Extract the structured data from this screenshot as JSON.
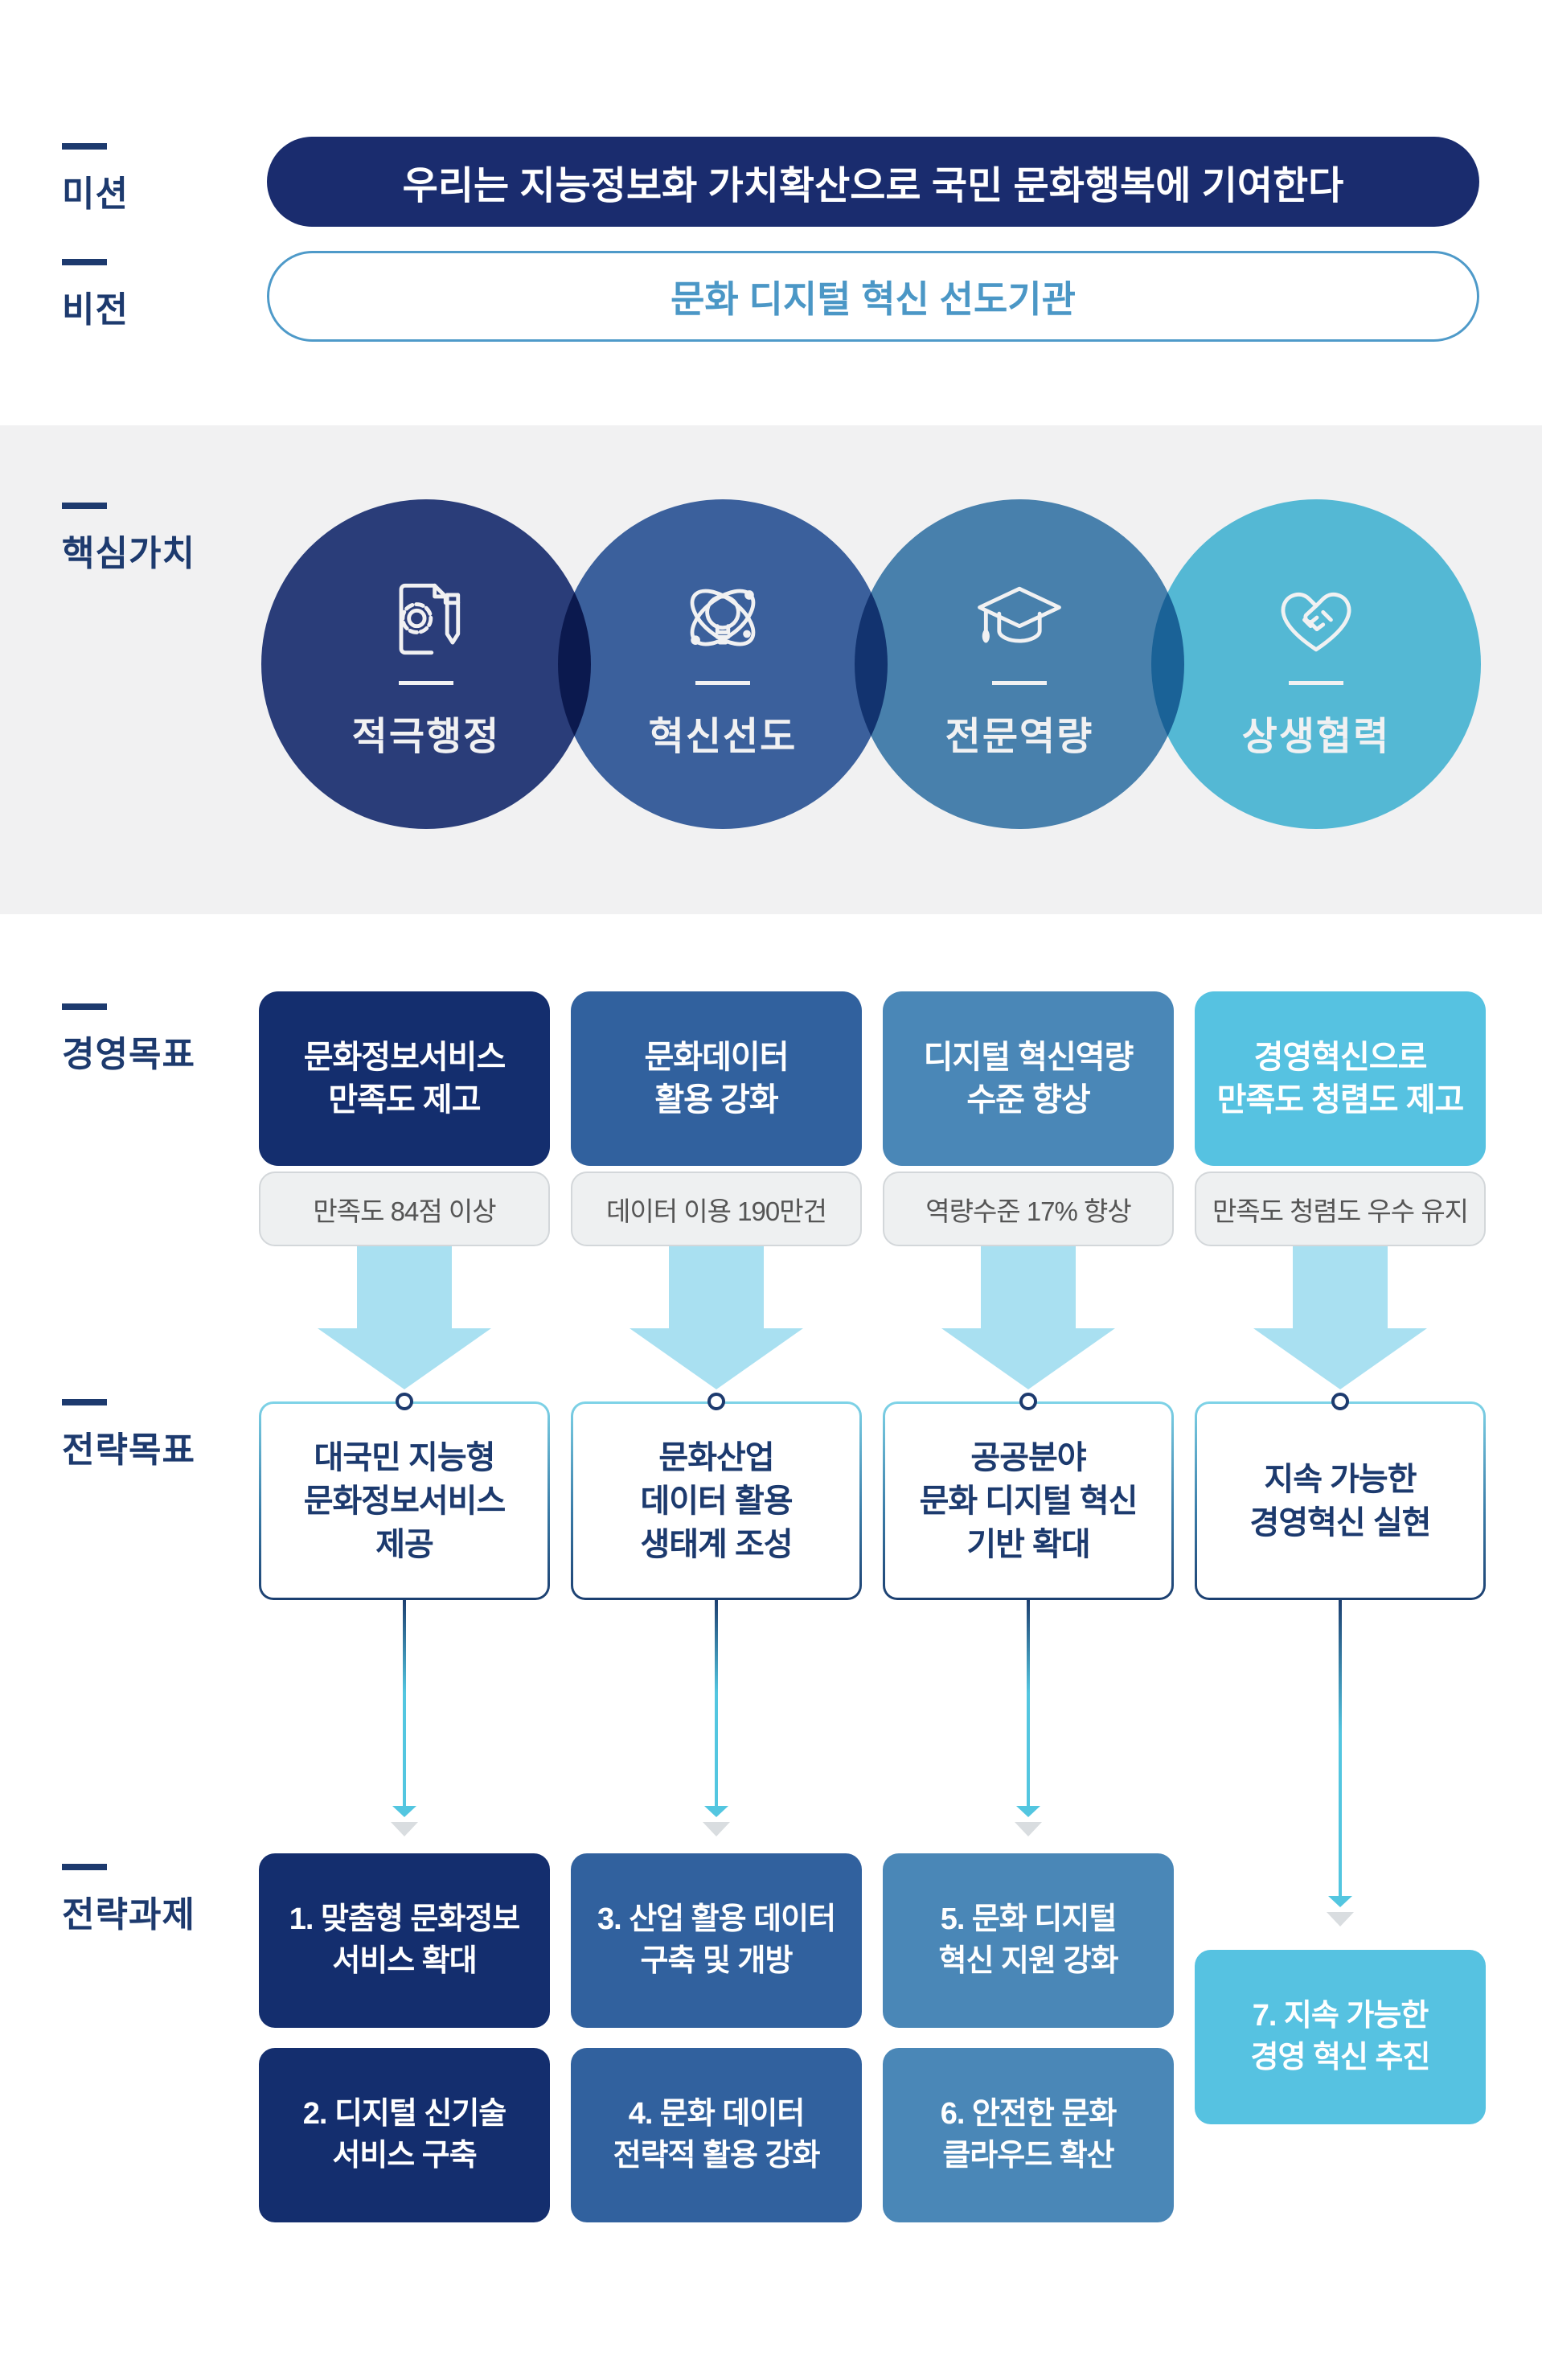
{
  "palette": {
    "navy": "#142e6e",
    "blue": "#31619e",
    "steel": "#4a87b7",
    "sky": "#56c2e1",
    "label_navy": "#1d3a6e",
    "vision_blue": "#4b97c6",
    "band_gray": "#f1f1f2",
    "metric_gray": "#eef0f1",
    "big_arrow": "#a9e0f1",
    "thin_arrow": "#53c6e0",
    "ghost_arrow": "#d9dde0"
  },
  "mission": {
    "label": "미션",
    "text": "우리는 지능정보화 가치확산으로 국민 문화행복에 기여한다"
  },
  "vision": {
    "label": "비전",
    "text": "문화 디지털 혁신 선도기관"
  },
  "core": {
    "label": "핵심가치",
    "items": [
      {
        "name": "적극행정",
        "icon": "document-gear-pencil-icon"
      },
      {
        "name": "혁신선도",
        "icon": "lightbulb-atom-icon"
      },
      {
        "name": "전문역량",
        "icon": "graduation-cap-icon"
      },
      {
        "name": "상생협력",
        "icon": "heart-handshake-icon"
      }
    ]
  },
  "goals": {
    "label": "경영목표",
    "cards": [
      {
        "title": "문화정보서비스\n만족도 제고",
        "metric": "만족도 84점 이상"
      },
      {
        "title": "문화데이터\n활용 강화",
        "metric": "데이터 이용 190만건"
      },
      {
        "title": "디지털 혁신역량\n수준 향상",
        "metric": "역량수준 17% 향상"
      },
      {
        "title": "경영혁신으로\n만족도 청렴도 제고",
        "metric": "만족도 청렴도 우수 유지"
      }
    ]
  },
  "strategy_goals": {
    "label": "전략목표",
    "cards": [
      {
        "title": "대국민 지능형\n문화정보서비스\n제공"
      },
      {
        "title": "문화산업\n데이터 활용\n생태계 조성"
      },
      {
        "title": "공공분야\n문화 디지털 혁신\n기반 확대"
      },
      {
        "title": "지속 가능한\n경영혁신 실현"
      }
    ]
  },
  "strategy_tasks": {
    "label": "전략과제",
    "cards": [
      {
        "title": "1. 맞춤형 문화정보\n서비스 확대"
      },
      {
        "title": "2. 디지털 신기술\n서비스 구축"
      },
      {
        "title": "3. 산업 활용 데이터\n구축 및 개방"
      },
      {
        "title": "4. 문화 데이터\n전략적 활용 강화"
      },
      {
        "title": "5. 문화 디지털\n혁신 지원 강화"
      },
      {
        "title": "6. 안전한 문화\n클라우드 확산"
      },
      {
        "title": "7. 지속 가능한\n경영 혁신 추진"
      }
    ]
  }
}
